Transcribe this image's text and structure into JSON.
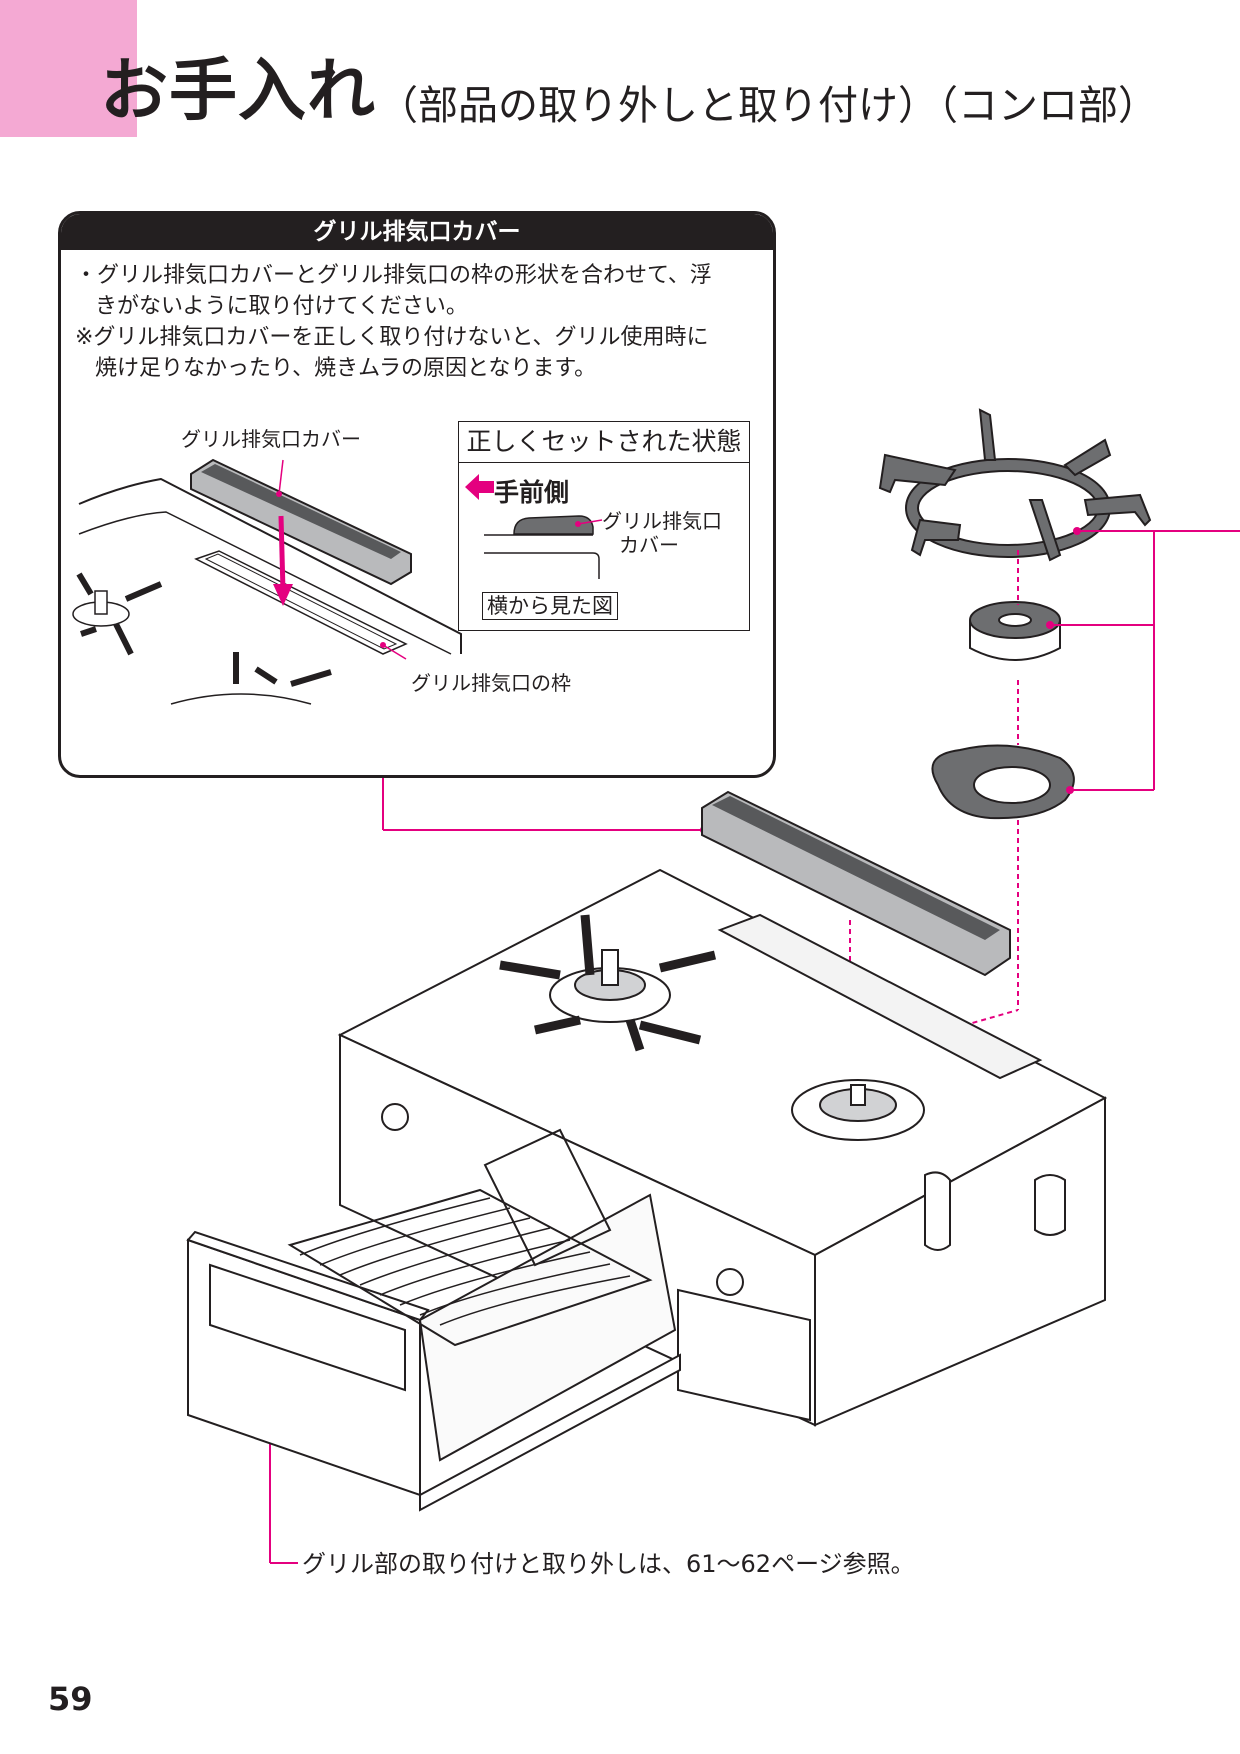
{
  "header": {
    "title": "お手入れ",
    "subtitle": "（部品の取り外しと取り付け）（コンロ部）"
  },
  "note_box": {
    "heading": "グリル排気口カバー",
    "lines": [
      "・グリル排気口カバーとグリル排気口の枠の形状を合わせて、浮",
      "きがないように取り付けてください。",
      "※グリル排気口カバーを正しく取り付けないと、グリル使用時に",
      "焼け足りなかったり、焼きムラの原因となります。"
    ],
    "label_cover": "グリル排気口カバー",
    "label_frame": "グリル排気口の枠"
  },
  "set_box": {
    "title": "正しくセットされた状態",
    "front_label": "手前側",
    "cover_label_1": "グリル排気口",
    "cover_label_2": "カバー",
    "side_view_label": "横から見た図"
  },
  "bottom_note": "グリル部の取り付けと取り外しは、61～62ページ参照。",
  "page_number": "59",
  "colors": {
    "accent_pink": "#e4007f",
    "tab_pink": "#f4a9d3",
    "part_gray": "#6d6e70",
    "ink": "#231f20"
  }
}
